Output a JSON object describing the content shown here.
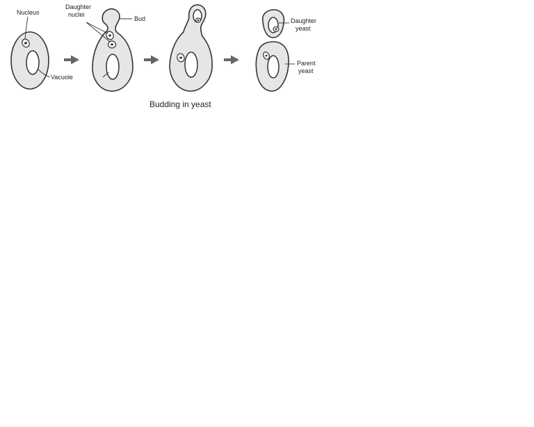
{
  "caption": "Budding in yeast",
  "labels": {
    "nucleus": "Nucleus",
    "vacuole": "Vacuole",
    "daughter_nuclei_line1": "Daughter",
    "daughter_nuclei_line2": "nuclei",
    "bud": "Bud",
    "daughter_yeast_line1": "Daughter",
    "daughter_yeast_line2": "yeast",
    "parent_yeast_line1": "Parent",
    "parent_yeast_line2": "yeast"
  }
}
